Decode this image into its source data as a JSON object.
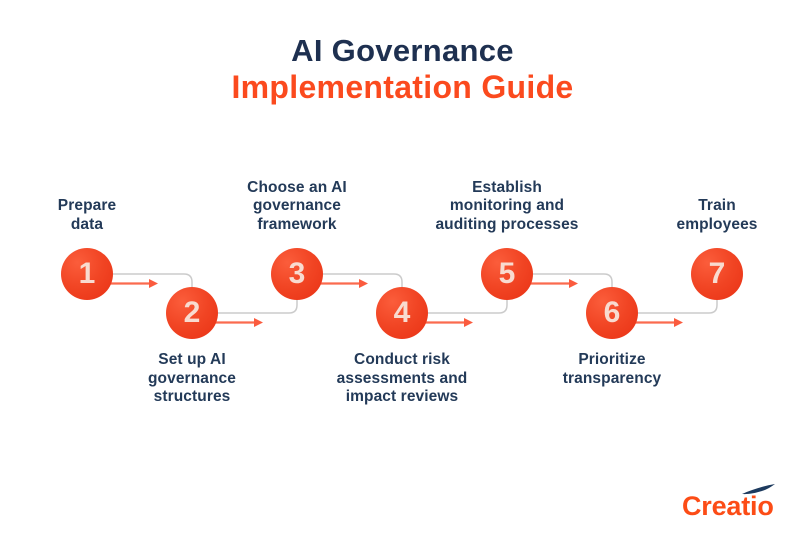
{
  "title": {
    "line1": "AI Governance",
    "line2": "Implementation Guide"
  },
  "steps": [
    {
      "number": "1",
      "label": "Prepare\ndata",
      "row": "top"
    },
    {
      "number": "2",
      "label": "Set up AI\ngovernance\nstructures",
      "row": "bottom"
    },
    {
      "number": "3",
      "label": "Choose an AI\ngovernance\nframework",
      "row": "top"
    },
    {
      "number": "4",
      "label": "Conduct risk\nassessments and\nimpact reviews",
      "row": "bottom"
    },
    {
      "number": "5",
      "label": "Establish\nmonitoring and\nauditing processes",
      "row": "top"
    },
    {
      "number": "6",
      "label": "Prioritize\ntransparency",
      "row": "bottom"
    },
    {
      "number": "7",
      "label": "Train\nemployees",
      "row": "top"
    }
  ],
  "logo": {
    "text": "Creatio"
  },
  "colors": {
    "title_navy": "#1e3050",
    "title_orange": "#fb4a1e",
    "label_navy": "#233a58",
    "circle_red": "#f14524",
    "circle_number": "#f8dbd0",
    "connector_gray": "#cbcbcb",
    "arrow_orange": "#fb6a4e",
    "logo_orange": "#fc4c16",
    "logo_swoosh_navy": "#1d3a5e",
    "background": "#ffffff"
  }
}
